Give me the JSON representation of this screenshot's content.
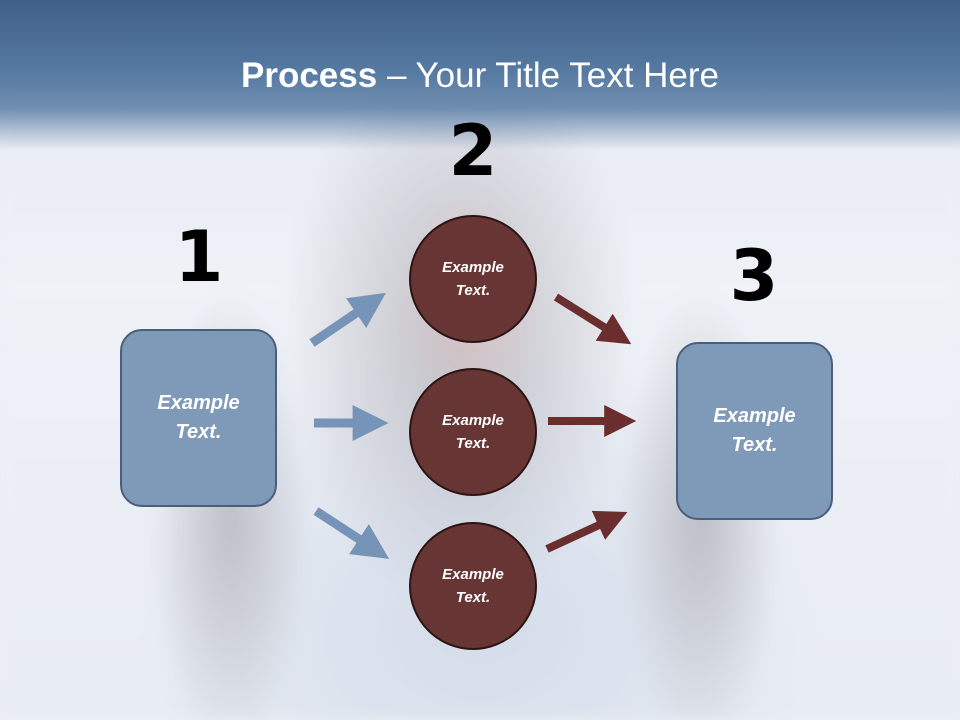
{
  "title": {
    "bold": "Process",
    "rest": " – Your Title Text Here"
  },
  "steps": {
    "one": {
      "number": "1",
      "text": "Example\nText."
    },
    "two": {
      "number": "2"
    },
    "three": {
      "number": "3",
      "text": "Example\nText."
    }
  },
  "circles": [
    {
      "text": "Example\nText."
    },
    {
      "text": "Example\nText."
    },
    {
      "text": "Example\nText."
    }
  ],
  "colors": {
    "title_band": "#4a6b92",
    "box_fill": "#7f9ab9",
    "circle_fill": "#673533",
    "blue_arrow": "#7694b8",
    "red_arrow": "#6b2e2e"
  }
}
